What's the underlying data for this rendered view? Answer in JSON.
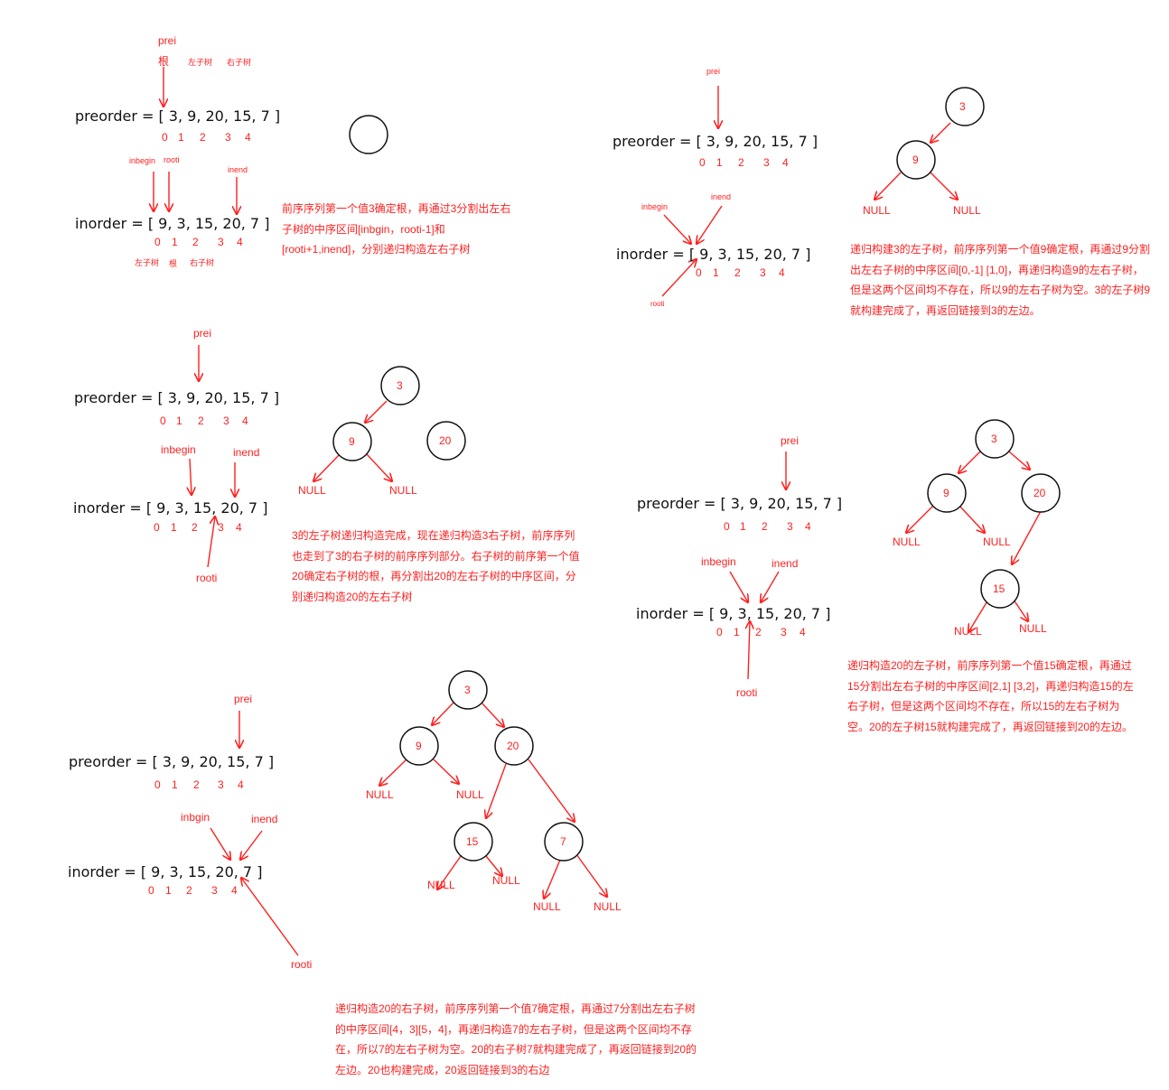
{
  "arrays": {
    "preorder": "preorder = [ 3, 9, 20, 15, 7 ]",
    "inorder": "inorder = [ 9, 3, 15, 20, 7 ]",
    "inorder_p2": "inorder = [ 9, 3, 15, 20, 7 ]",
    "indices": [
      "0",
      "1",
      "2",
      "3",
      "4"
    ]
  },
  "labels": {
    "prei": "prei",
    "root_cn": "根",
    "left_subtree": "左子树",
    "right_subtree": "右子树",
    "inbegin_small": "inbegin",
    "rooti": "rooti",
    "inend": "inend",
    "inbegin": "inbegin",
    "inbgin": "inbgin",
    "null": "NULL"
  },
  "nodes": {
    "n3": "3",
    "n9": "9",
    "n20": "20",
    "n15": "15",
    "n7": "7"
  },
  "descriptions": {
    "step1": "前序序列第一个值3确定根，再通过3分割出左右子树的中序区间[inbgin，rooti-1]和[rooti+1,inend]，分别递归构造左右子树",
    "step2": "递归构建3的左子树，前序序列第一个值9确定根，再通过9分割出左右子树的中序区间[0,-1] [1,0]，再递归构造9的左右子树，但是这两个区间均不存在，所以9的左右子树为空。3的左子树9就构建完成了，再返回链接到3的左边。",
    "step3": "3的左子树递归构造完成，现在递归构造3右子树，前序序列也走到了3的右子树的前序序列部分。右子树的前序第一个值20确定右子树的根，再分割出20的左右子树的中序区间，分别递归构造20的左右子树",
    "step4": "递归构造20的左子树，前序序列第一个值15确定根，再通过15分割出左右子树的中序区间[2,1] [3,2]，再递归构造15的左右子树，但是这两个区间均不存在，所以15的左右子树为空。20的左子树15就构建完成了，再返回链接到20的左边。",
    "step5": "递归构造20的右子树，前序序列第一个值7确定根，再通过7分割出左右子树的中序区间[4，3][5，4]，再递归构造7的左右子树，但是这两个区间均不存在，所以7的左右子树为空。20的右子树7就构建完成了，再返回链接到20的左边。20也构建完成，20返回链接到3的右边"
  },
  "colors": {
    "annotation": "#ff1f1f",
    "text": "#111111",
    "node_stroke": "#111111"
  }
}
